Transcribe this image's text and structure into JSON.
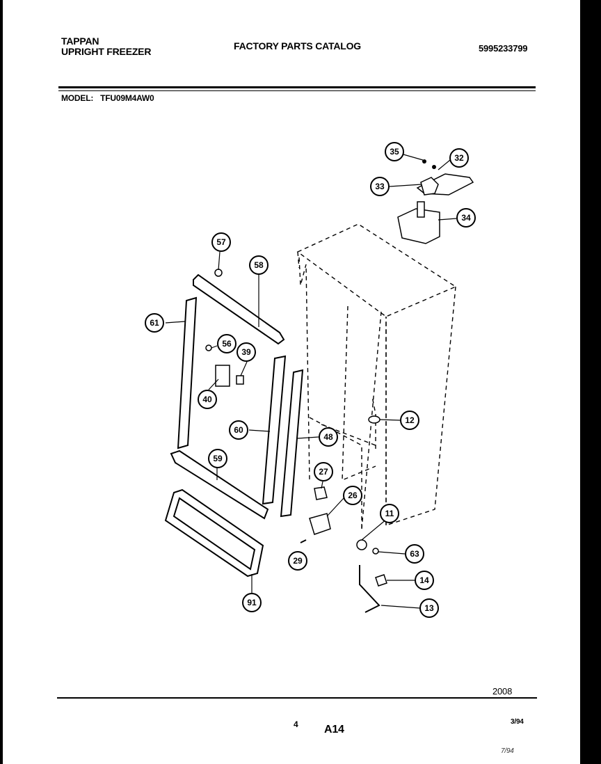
{
  "header": {
    "brand": "TAPPAN",
    "product": "UPRIGHT FREEZER",
    "catalog": "FACTORY PARTS CATALOG",
    "catalog_number": "5995233799"
  },
  "model": {
    "label": "MODEL:",
    "value": "TFU09M4AW0"
  },
  "diagram": {
    "callouts": [
      {
        "id": "35",
        "label": "35"
      },
      {
        "id": "32",
        "label": "32"
      },
      {
        "id": "33",
        "label": "33"
      },
      {
        "id": "34",
        "label": "34"
      },
      {
        "id": "57",
        "label": "57"
      },
      {
        "id": "58",
        "label": "58"
      },
      {
        "id": "61",
        "label": "61"
      },
      {
        "id": "56",
        "label": "56"
      },
      {
        "id": "39",
        "label": "39"
      },
      {
        "id": "40",
        "label": "40"
      },
      {
        "id": "60",
        "label": "60"
      },
      {
        "id": "48",
        "label": "48"
      },
      {
        "id": "12",
        "label": "12"
      },
      {
        "id": "59",
        "label": "59"
      },
      {
        "id": "27",
        "label": "27"
      },
      {
        "id": "26",
        "label": "26"
      },
      {
        "id": "11",
        "label": "11"
      },
      {
        "id": "63",
        "label": "63"
      },
      {
        "id": "29",
        "label": "29"
      },
      {
        "id": "14",
        "label": "14"
      },
      {
        "id": "91",
        "label": "91"
      },
      {
        "id": "13",
        "label": "13"
      }
    ]
  },
  "footer": {
    "figure_number": "2008",
    "page_number": "4",
    "section": "A14",
    "date": "3/94",
    "handwritten_note": "7/94"
  }
}
